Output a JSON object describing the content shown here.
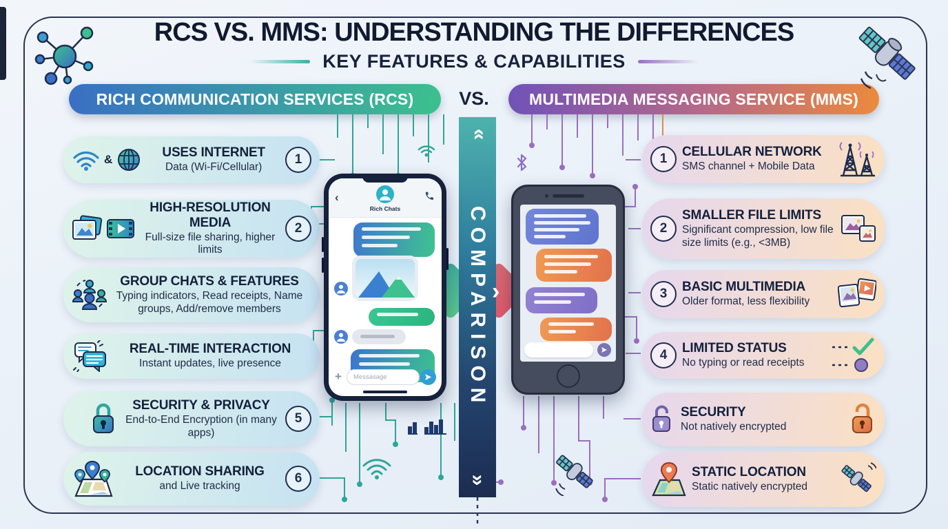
{
  "header": {
    "title": "RCS VS. MMS: UNDERSTANDING THE DIFFERENCES",
    "subtitle": "KEY FEATURES & CAPABILITIES"
  },
  "vs_label": "VS.",
  "left_column": {
    "header": "RICH COMMUNICATION SERVICES (RCS)",
    "items": [
      {
        "number": "1",
        "join": "&",
        "title": "USES INTERNET",
        "desc": "Data (Wi-Fi/Cellular)"
      },
      {
        "number": "2",
        "title": "HIGH-RESOLUTION MEDIA",
        "desc": "Full-size file sharing, higher limits"
      },
      {
        "title": "GROUP CHATS & FEATURES",
        "desc": "Typing indicators, Read receipts, Name groups, Add/remove members"
      },
      {
        "title": "REAL-TIME INTERACTION",
        "desc": "Instant updates, live presence"
      },
      {
        "number": "5",
        "title": "SECURITY & PRIVACY",
        "desc": "End-to-End Encryption (in many apps)"
      },
      {
        "number": "6",
        "title": "LOCATION SHARING",
        "desc": "and Live tracking"
      }
    ]
  },
  "right_column": {
    "header": "MULTIMEDIA MESSAGING SERVICE (MMS)",
    "items": [
      {
        "number": "1",
        "title": "CELLULAR NETWORK",
        "desc": "SMS channel + Mobile Data"
      },
      {
        "number": "2",
        "title": "SMALLER FILE LIMITS",
        "desc": "Significant compression, low file size limits (e.g., <3MB)"
      },
      {
        "number": "3",
        "title": "BASIC MULTIMEDIA",
        "desc": "Older format, less flexibility"
      },
      {
        "number": "4",
        "title": "LIMITED STATUS",
        "desc": "No typing or read receipts"
      },
      {
        "title": "SECURITY",
        "desc": "Not natively encrypted"
      },
      {
        "title": "STATIC LOCATION",
        "desc": "Static natively encrypted"
      }
    ]
  },
  "center": {
    "banner": "COMPARISON",
    "chevron_up": "»",
    "chevron_down": "»",
    "diamond_left_glyph": "‹",
    "diamond_right_glyph": "›"
  },
  "phone_rcs": {
    "back_glyph": "‹",
    "contact": "Rich Chats",
    "plus_glyph": "+",
    "input_placeholder": "Messasage"
  },
  "colors": {
    "rcs_gradient_start": "#3a6fc4",
    "rcs_gradient_end": "#3cc08d",
    "mms_gradient_start": "#7052b8",
    "mms_gradient_end": "#ec8a3c",
    "teal_accent": "#2da699",
    "purple_accent": "#9a6fbd",
    "navy_text": "#13203c"
  }
}
